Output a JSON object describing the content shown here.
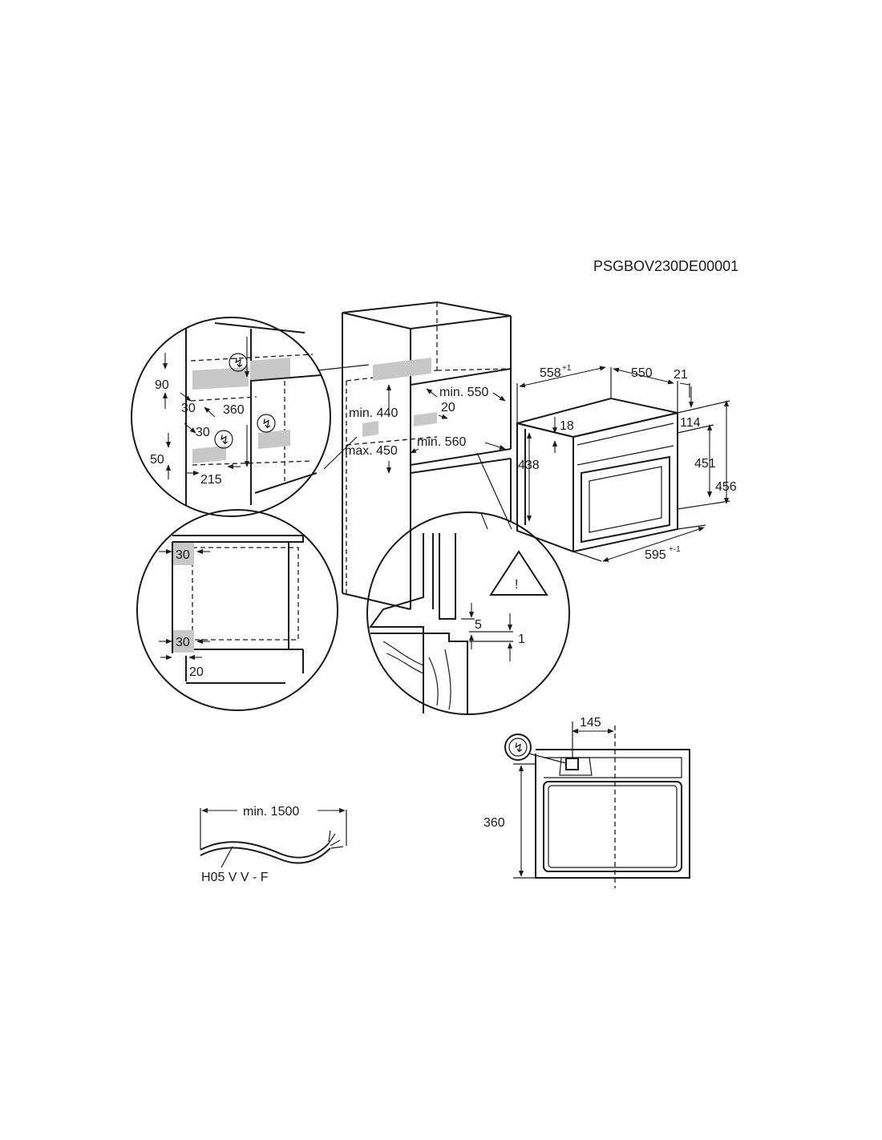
{
  "doc_code": "PSGBOV230DE00001",
  "glyphs": {
    "power": "↯",
    "warning": "!"
  },
  "detail_top_left": {
    "dims": [
      "90",
      "30",
      "360",
      "30",
      "50",
      "215"
    ]
  },
  "cabinet": {
    "dims": [
      "min. 550",
      "20",
      "min. 440",
      "max. 450",
      "min. 560"
    ]
  },
  "appliance": {
    "depth_main": "558",
    "depth_sup": "+1",
    "depth_body": "550",
    "front": "21",
    "h18": "18",
    "h114": "114",
    "h438": "438",
    "h451": "451",
    "h456": "456",
    "width_main": "595",
    "width_sup": "+-1"
  },
  "detail_bottom_left": {
    "dims": [
      "30",
      "30",
      "20"
    ]
  },
  "detail_bottom_center": {
    "dims": [
      "5",
      "1"
    ]
  },
  "rear_view": {
    "dims": [
      "145",
      "360"
    ]
  },
  "cable": {
    "length": "min. 1500",
    "type": "H05 V V - F"
  }
}
